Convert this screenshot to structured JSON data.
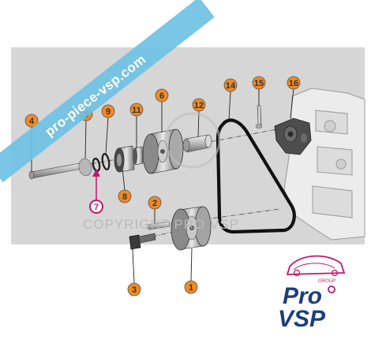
{
  "ribbon": {
    "text": "pro-piece-vsp.com"
  },
  "watermark": {
    "text": "COPYRIGHT PRO VSP"
  },
  "callouts": [
    {
      "id": "1",
      "label": "1"
    },
    {
      "id": "2",
      "label": "2"
    },
    {
      "id": "3",
      "label": "3"
    },
    {
      "id": "4",
      "label": "4"
    },
    {
      "id": "5",
      "label": "5"
    },
    {
      "id": "6",
      "label": "6"
    },
    {
      "id": "7",
      "label": "7",
      "highlighted": true
    },
    {
      "id": "8",
      "label": "8"
    },
    {
      "id": "9",
      "label": "9"
    },
    {
      "id": "11",
      "label": "11"
    },
    {
      "id": "12",
      "label": "12"
    },
    {
      "id": "14",
      "label": "14"
    },
    {
      "id": "15",
      "label": "15"
    },
    {
      "id": "16",
      "label": "16"
    }
  ],
  "logo": {
    "group": "GROUP",
    "line1": "Pro",
    "line2": "VSP"
  },
  "colors": {
    "panel": "#d6d6d6",
    "ribbon": "#6ec1e4",
    "callout_fill": "#f08a24",
    "highlight": "#c2186b",
    "logo_blue": "#1c3f7a"
  }
}
